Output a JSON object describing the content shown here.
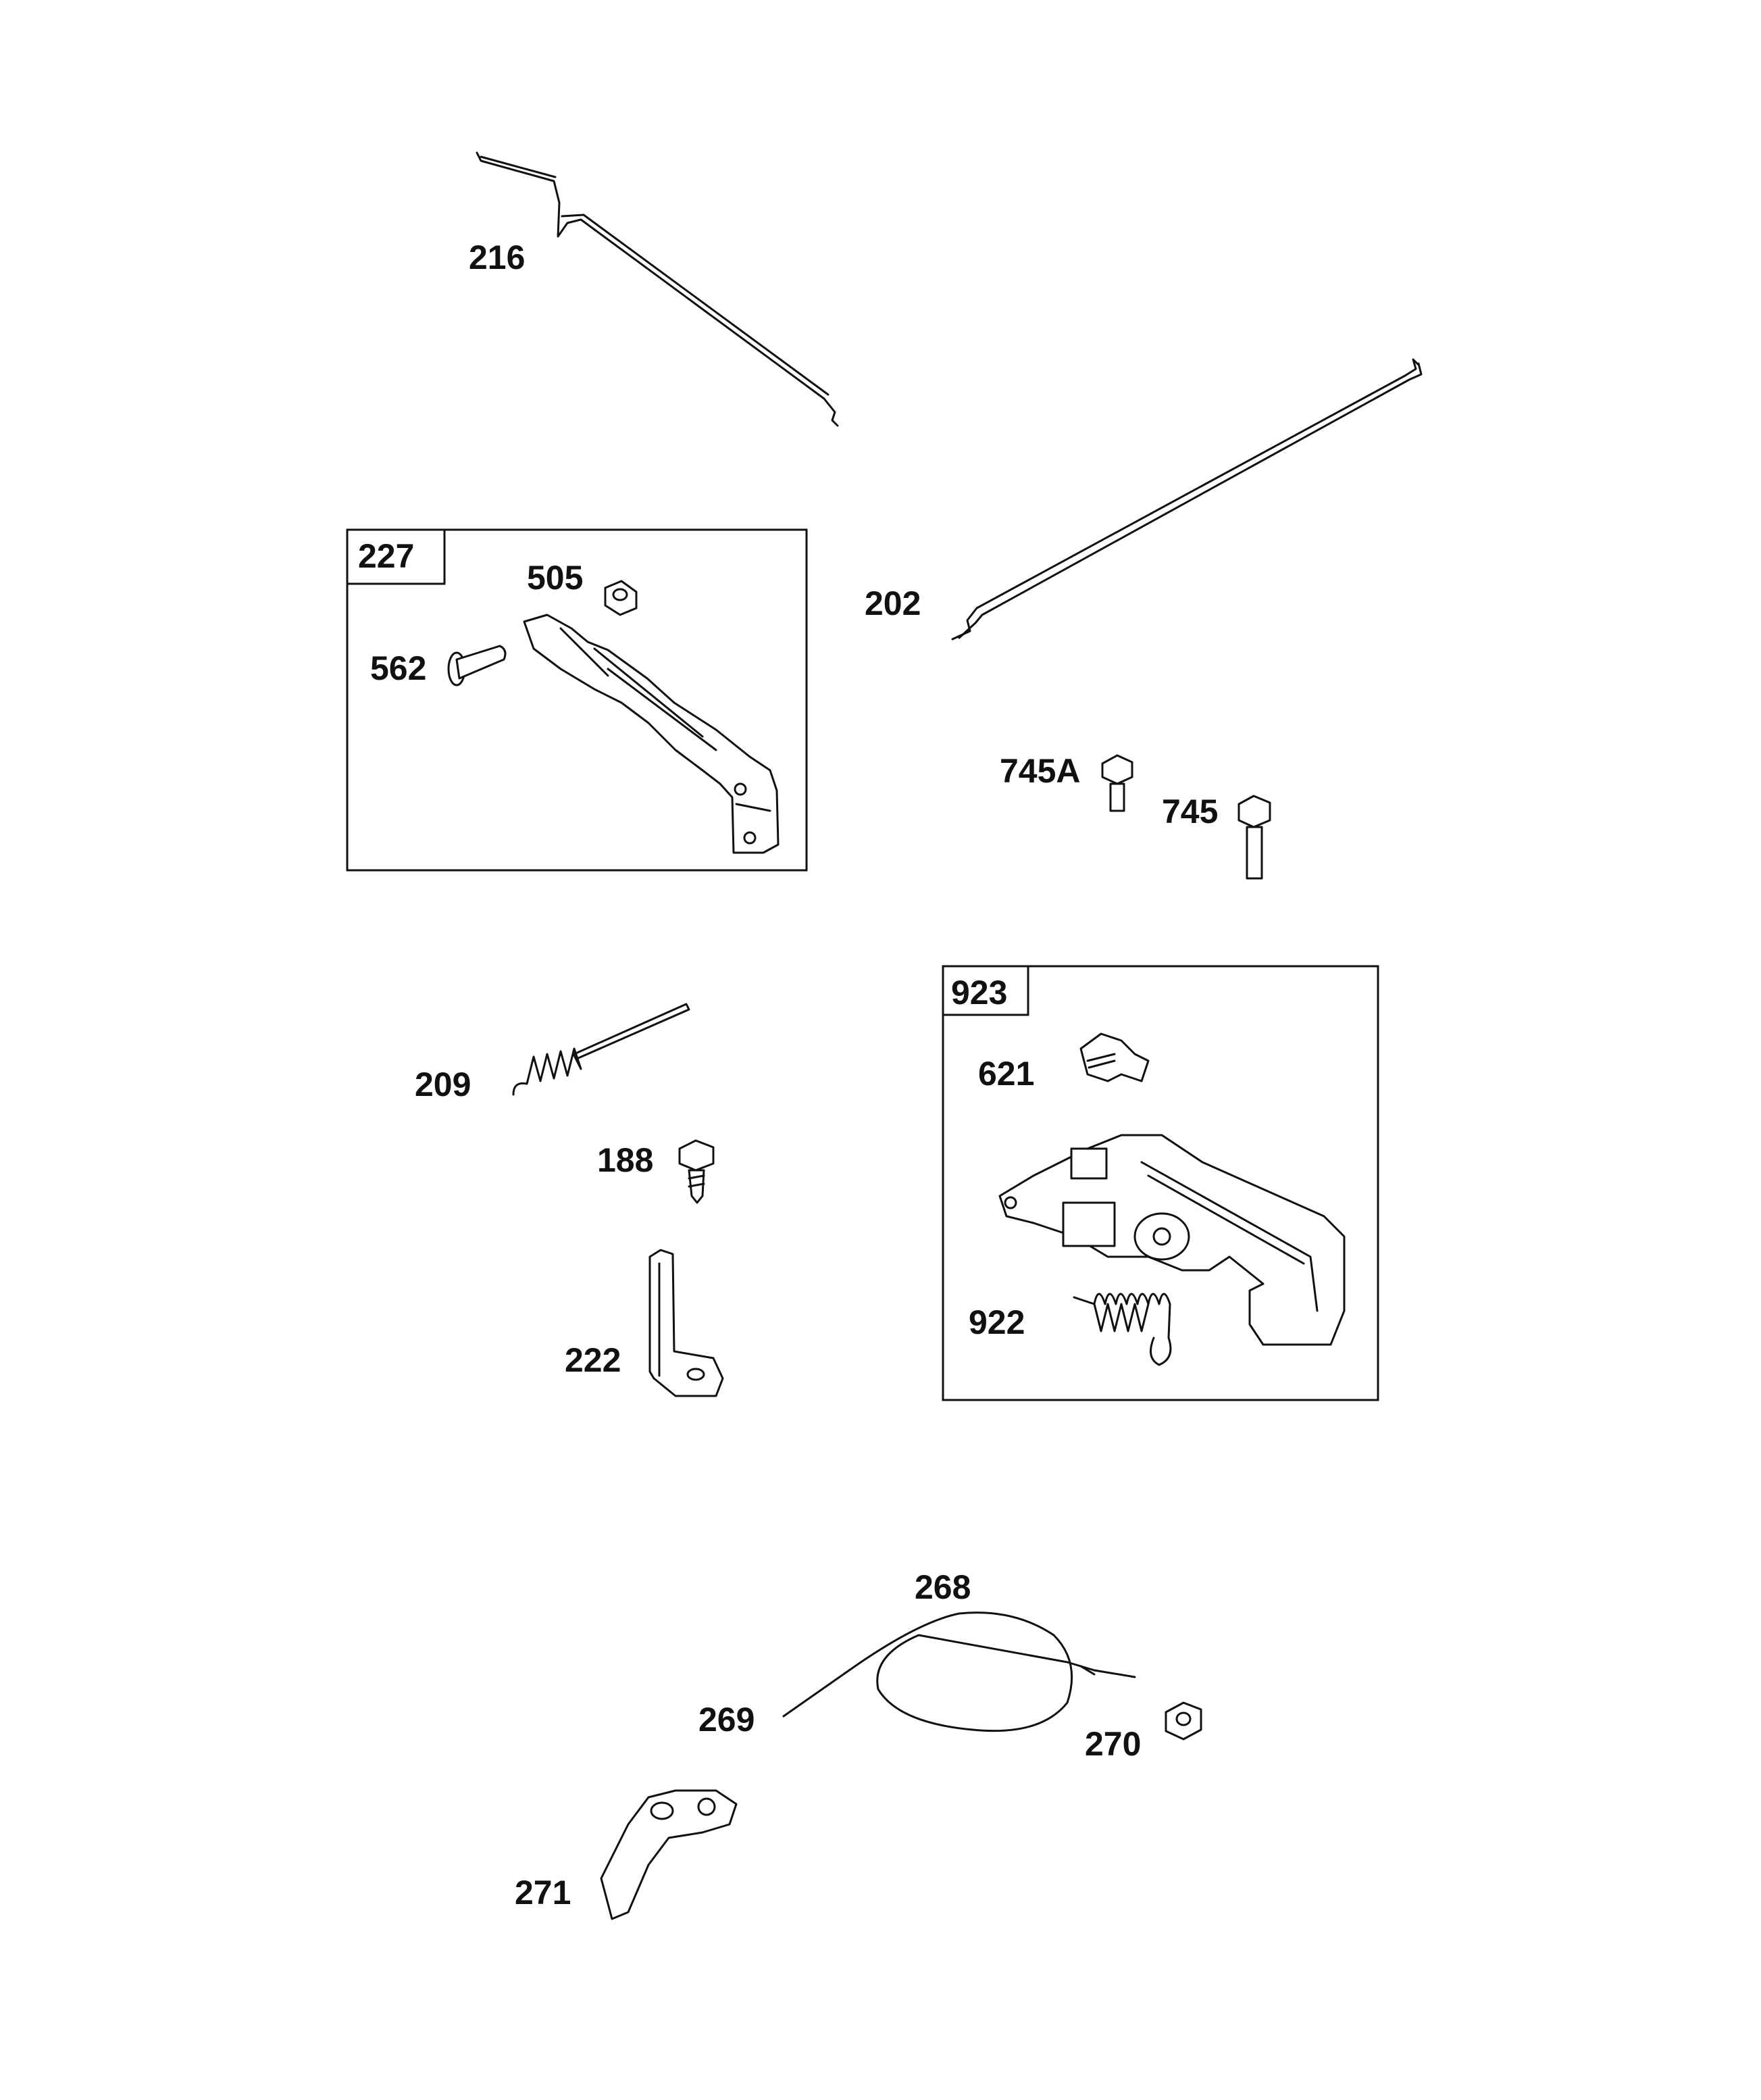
{
  "diagram": {
    "callouts": {
      "p216": "216",
      "p202": "202",
      "p227": "227",
      "p505": "505",
      "p562": "562",
      "p745A": "745A",
      "p745": "745",
      "p923": "923",
      "p621": "621",
      "p922": "922",
      "p209": "209",
      "p188": "188",
      "p222": "222",
      "p268": "268",
      "p269": "269",
      "p270": "270",
      "p271": "271"
    },
    "colors": {
      "line": "#111111",
      "background": "#ffffff"
    }
  }
}
